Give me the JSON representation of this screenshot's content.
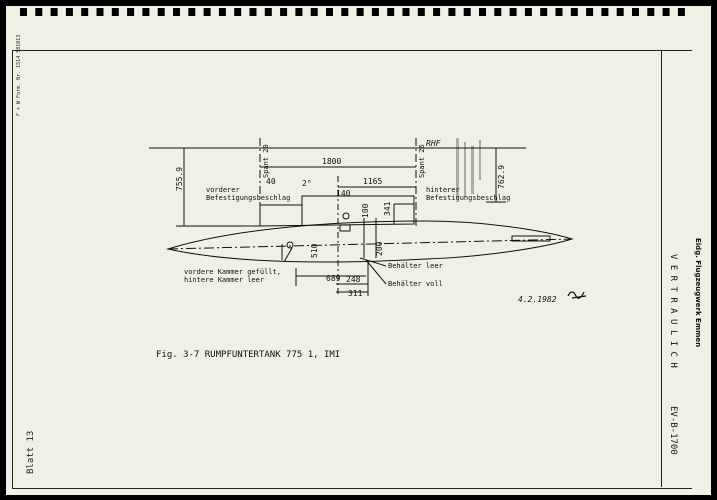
{
  "margin": {
    "form_number": "F + W Form. Nr. 1514 581013",
    "page_label": "Blatt 13"
  },
  "right_margin": {
    "org": "Eidg. Flugzeugwerk Emmen",
    "classification": "V E R T R A U L I C H",
    "doc_number": "EV-B-1700"
  },
  "drawing": {
    "reference_line": "RHF",
    "frames": {
      "left": "Spant 20",
      "right": "Spant 26"
    },
    "dimensions": {
      "d1800": "1800",
      "d1165": "1165",
      "d2deg": "2°",
      "d140": "140",
      "d40": "40",
      "d7559": "755.9",
      "d7629": "762.9",
      "d100": "100",
      "d341": "341",
      "d510": "510",
      "d200": "200",
      "d689": "689",
      "d248": "248",
      "d311": "311"
    },
    "labels": {
      "front_mount": [
        "vorderer",
        "Befestigungsbeschlag"
      ],
      "rear_mount": [
        "hinterer",
        "Befestigungsbeschlag"
      ],
      "chamber_state": [
        "vordere Kammer gefüllt,",
        "hintere Kammer leer"
      ],
      "tank_empty": "Behälter leer",
      "tank_full": "Behälter voll"
    },
    "date_signature": "4.2.1982"
  },
  "caption": "Fig. 3-7 RUMPFUNTERTANK  775 1, IMI"
}
